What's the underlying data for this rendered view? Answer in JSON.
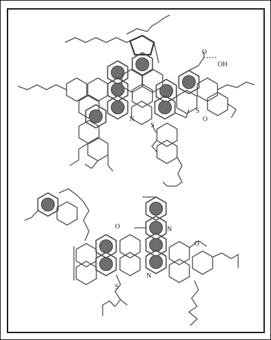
{
  "labels": {
    "top_n": "N",
    "top_s": "S",
    "top_o_a": "O",
    "top_o_b": "O",
    "top_oh": "OH",
    "top_s2": "S",
    "bottom_o1": "O",
    "bottom_n1": "N",
    "bottom_o2": "O",
    "bottom_n2": "N",
    "bottom_s": "S"
  },
  "colors": {
    "line": "#4a4a4a",
    "ring_fill": "#6e6e6e",
    "frame": "#1a1a1a"
  }
}
